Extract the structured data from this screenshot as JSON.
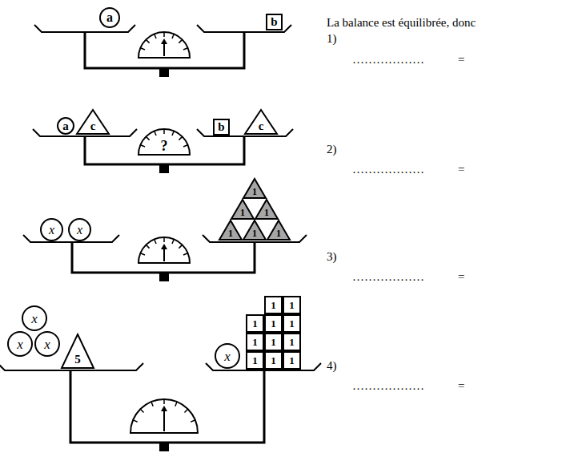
{
  "diagram": {
    "nodes": [
      {
        "text": [
          "a"
        ]
      },
      {
        "text": [
          "b"
        ]
      },
      {
        "text": [
          "a"
        ]
      },
      {
        "text": [
          "c"
        ]
      },
      {
        "text": [
          "?"
        ]
      },
      {
        "text": [
          "b"
        ]
      },
      {
        "text": [
          "c"
        ]
      },
      {
        "text": [
          "x"
        ]
      },
      {
        "text": [
          "x"
        ]
      },
      {
        "text": [
          "1"
        ]
      },
      {
        "text": [
          "1"
        ]
      },
      {
        "text": [
          "1"
        ]
      },
      {
        "text": [
          "1"
        ]
      },
      {
        "text": [
          "1"
        ]
      },
      {
        "text": [
          "1"
        ]
      },
      {
        "text": [
          "x"
        ]
      },
      {
        "text": [
          "x"
        ]
      },
      {
        "text": [
          "x"
        ]
      },
      {
        "text": [
          "5"
        ]
      },
      {
        "text": [
          "x"
        ]
      },
      {
        "text": [
          "1"
        ]
      },
      {
        "text": [
          "1"
        ]
      },
      {
        "text": [
          "1"
        ]
      },
      {
        "text": [
          "1"
        ]
      },
      {
        "text": [
          "1"
        ]
      },
      {
        "text": [
          "1"
        ]
      },
      {
        "text": [
          "1"
        ]
      },
      {
        "text": [
          "1"
        ]
      },
      {
        "text": [
          "1"
        ]
      },
      {
        "text": [
          "1"
        ]
      },
      {
        "text": [
          "1"
        ]
      }
    ],
    "labels": [
      "La balance est équilibrée, donc",
      "1)",
      "………………",
      "=",
      "2)",
      "………………",
      "=",
      "3)",
      "………………",
      "=",
      "4)",
      "………………",
      "="
    ]
  }
}
